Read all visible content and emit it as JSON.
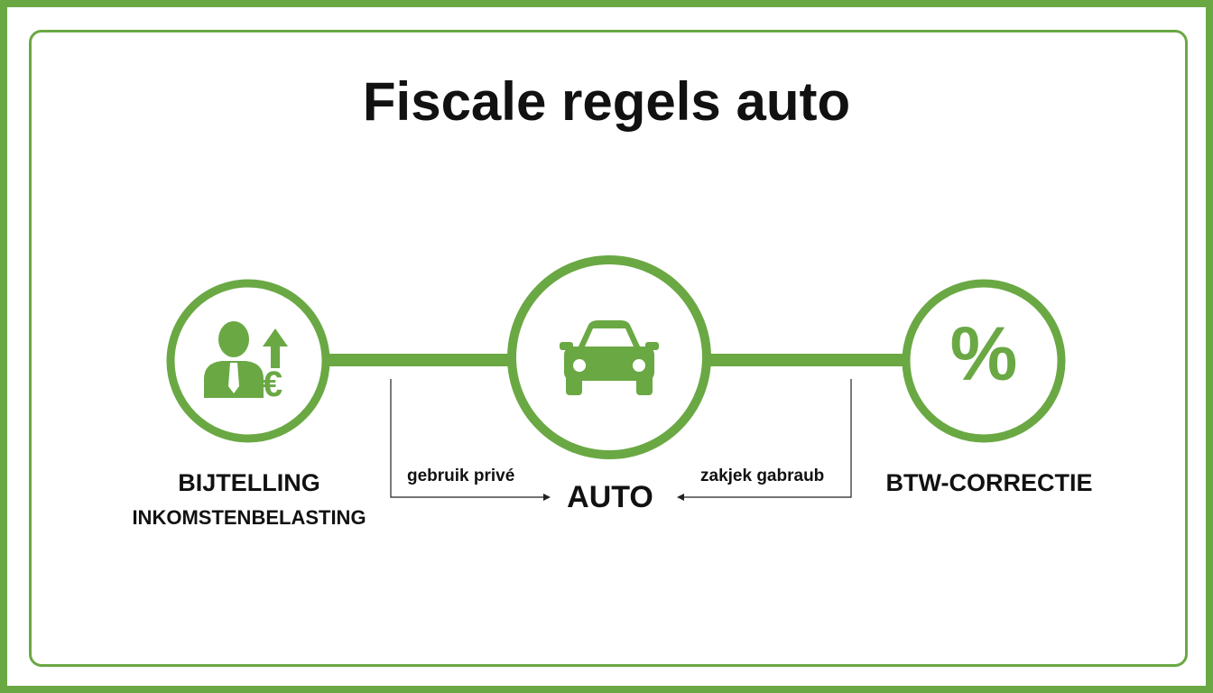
{
  "title": "Fiscale regels auto",
  "colors": {
    "accent": "#6aa844",
    "text": "#111111",
    "background": "#ffffff"
  },
  "nodes": {
    "left": {
      "icon": "businessman-euro-up-arrow-icon",
      "label_main": "BIJTELLING",
      "label_sub": "INKOMSTENBELASTING"
    },
    "center": {
      "icon": "car-icon",
      "label": "AUTO"
    },
    "right": {
      "icon": "percent-icon",
      "symbol": "%",
      "label": "BTW-CORRECTIE"
    }
  },
  "arrows": {
    "left": {
      "text": "gebruik privé"
    },
    "right": {
      "text": "zakjek gabraub"
    }
  }
}
